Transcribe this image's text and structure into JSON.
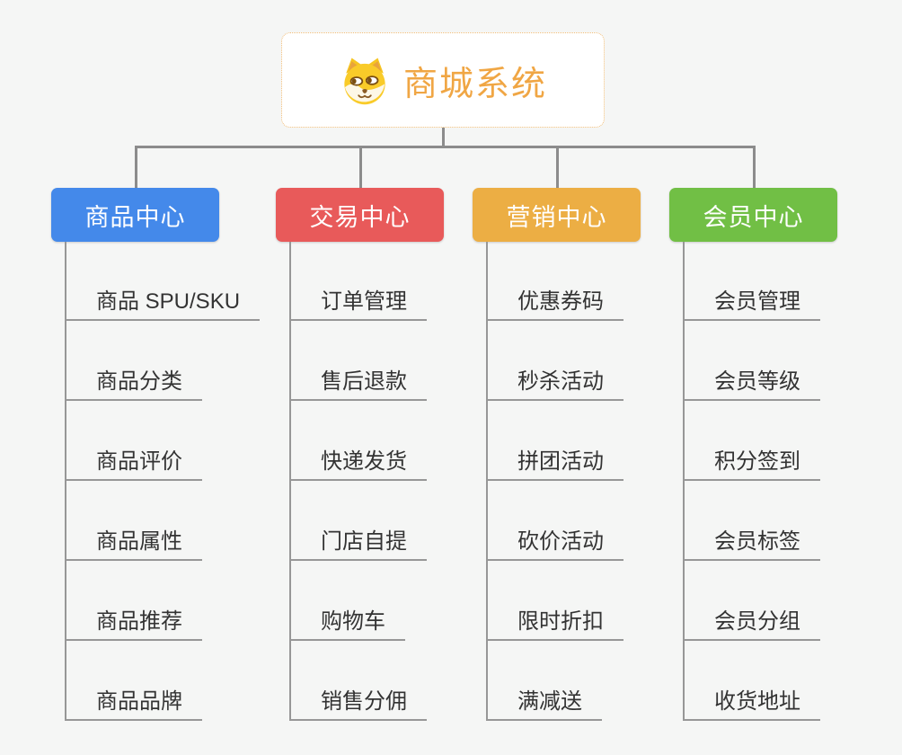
{
  "root": {
    "title": "商城系统",
    "icon": "shiba-dog-icon"
  },
  "colors": {
    "root_text": "#f0a644",
    "root_border": "#f0bd78",
    "connector": "#8c8c8c",
    "item_text": "#333333",
    "node_text": "#ffffff"
  },
  "branches": [
    {
      "label": "商品中心",
      "color": "#4489ea",
      "items": [
        "商品 SPU/SKU",
        "商品分类",
        "商品评价",
        "商品属性",
        "商品推荐",
        "商品品牌"
      ]
    },
    {
      "label": "交易中心",
      "color": "#e85a5a",
      "items": [
        "订单管理",
        "售后退款",
        "快递发货",
        "门店自提",
        "购物车",
        "销售分佣"
      ]
    },
    {
      "label": "营销中心",
      "color": "#ecae44",
      "items": [
        "优惠券码",
        "秒杀活动",
        "拼团活动",
        "砍价活动",
        "限时折扣",
        "满减送"
      ]
    },
    {
      "label": "会员中心",
      "color": "#71bf45",
      "items": [
        "会员管理",
        "会员等级",
        "积分签到",
        "会员标签",
        "会员分组",
        "收货地址"
      ]
    }
  ]
}
